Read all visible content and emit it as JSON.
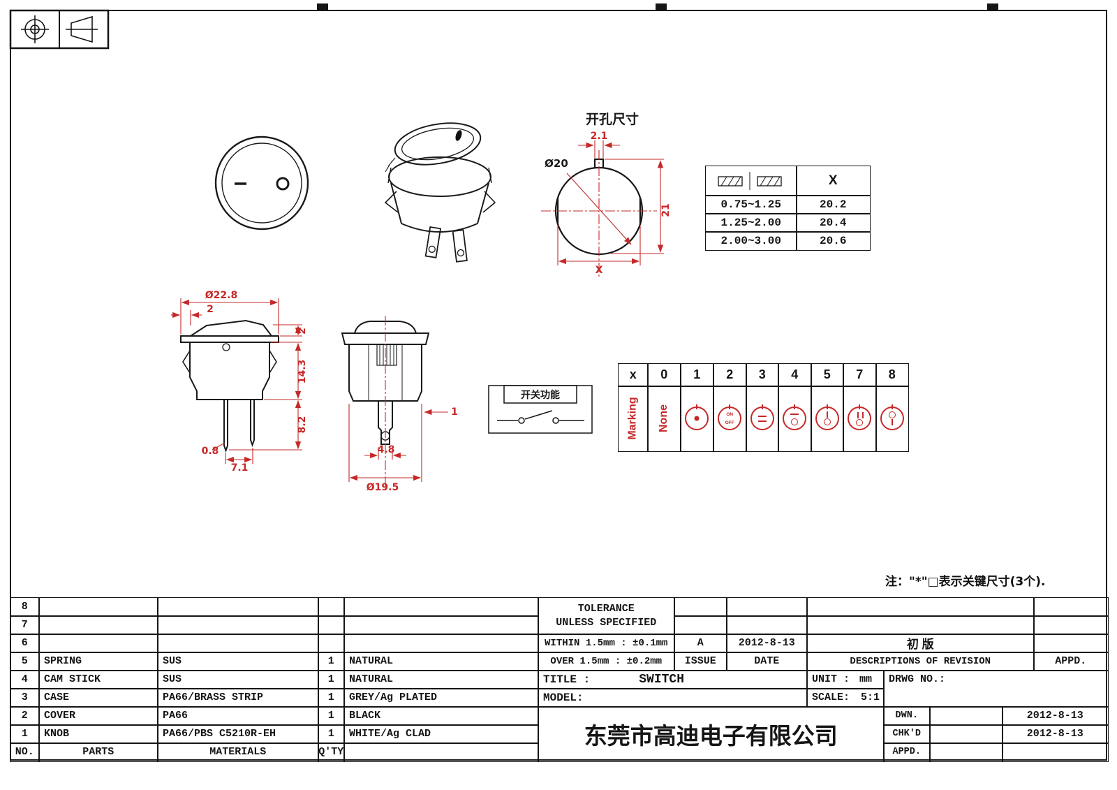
{
  "drawing": {
    "cutout_label": "开孔尺寸",
    "function_label": "开关功能",
    "note": "注：\"*\"□表示关键尺寸(3个)."
  },
  "dims": {
    "dia20": "Ø20",
    "d2_1": "2.1",
    "d21": "21",
    "dX": "X",
    "dia22_8": "Ø22.8",
    "d2_left": "2",
    "d2_right": "2",
    "d14_3": "14.3",
    "d8_2": "8.2",
    "d0_8": "0.8",
    "d7_1": "7.1",
    "d1": "1",
    "d4_8": "4.8",
    "dia19_5": "Ø19.5"
  },
  "thickness_table": {
    "x_header": "X",
    "rows": [
      {
        "range": "0.75~1.25",
        "x": "20.2"
      },
      {
        "range": "1.25~2.00",
        "x": "20.4"
      },
      {
        "range": "2.00~3.00",
        "x": "20.6"
      }
    ]
  },
  "marking_table": {
    "headers": [
      "x",
      "0",
      "1",
      "2",
      "3",
      "4",
      "5",
      "7",
      "8"
    ],
    "marking_label": "Marking",
    "none_label": "None",
    "on": "ON",
    "off": "OFF",
    "symbols": [
      "dot",
      "on-off",
      "double-dash",
      "dash-over-circle",
      "bar-over-circle",
      "double-bar-over-circle",
      "circle-over-bar"
    ]
  },
  "bom": {
    "rows": [
      {
        "no": "8",
        "part": "",
        "material": "",
        "qty": "",
        "finish": ""
      },
      {
        "no": "7",
        "part": "",
        "material": "",
        "qty": "",
        "finish": ""
      },
      {
        "no": "6",
        "part": "",
        "material": "",
        "qty": "",
        "finish": ""
      },
      {
        "no": "5",
        "part": "SPRING",
        "material": "SUS",
        "qty": "1",
        "finish": "NATURAL"
      },
      {
        "no": "4",
        "part": "CAM STICK",
        "material": "SUS",
        "qty": "1",
        "finish": "NATURAL"
      },
      {
        "no": "3",
        "part": "CASE",
        "material": "PA66/BRASS STRIP",
        "qty": "1",
        "finish": "GREY/Ag PLATED"
      },
      {
        "no": "2",
        "part": "COVER",
        "material": "PA66",
        "qty": "1",
        "finish": "BLACK"
      },
      {
        "no": "1",
        "part": "KNOB",
        "material": "PA66/PBS C5210R-EH",
        "qty": "1",
        "finish": "WHITE/Ag CLAD"
      }
    ],
    "footer": {
      "no": "NO.",
      "parts": "PARTS",
      "materials": "MATERIALS",
      "qty": "Q'TY"
    }
  },
  "title_block": {
    "tolerance1": "TOLERANCE",
    "tolerance2": "UNLESS  SPECIFIED",
    "within": "WITHIN 1.5mm : ±0.1mm",
    "over": "OVER 1.5mm : ±0.2mm",
    "issue_value": "A",
    "issue_date": "2012-8-13",
    "revision_value": "初  版",
    "issue_label": "ISSUE",
    "date_label": "DATE",
    "descriptions_label": "DESCRIPTIONS OF REVISION",
    "appd_label": "APPD.",
    "title_label": "TITLE :",
    "title_value": "SWITCH",
    "unit_label": "UNIT :",
    "unit_value": "mm",
    "drwg_label": "DRWG NO.:",
    "model_label": "MODEL:",
    "scale_label": "SCALE:",
    "scale_value": "5:1",
    "company": "东莞市高迪电子有限公司",
    "dwn_label": "DWN.",
    "dwn_date": "2012-8-13",
    "chkd_label": "CHK'D",
    "chkd_date": "2012-8-13",
    "appd_row_label": "APPD."
  }
}
